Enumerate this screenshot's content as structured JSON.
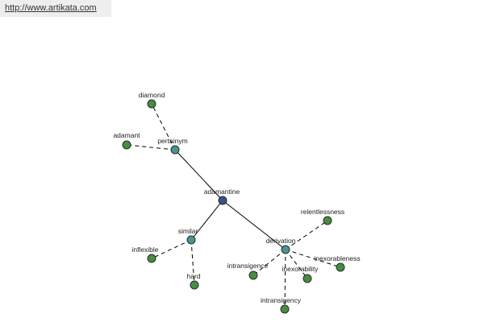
{
  "site": {
    "url": "http://www.artikata.com"
  },
  "colors": {
    "center_node": "#3f4f8c",
    "relation_node": "#4d9197",
    "word_node": "#4a8a45",
    "node_outline": "#1f3320",
    "edge": "#000000",
    "label": "#222222"
  },
  "graph": {
    "nodes": [
      {
        "id": "adamantine",
        "label": "adamantine",
        "kind": "center"
      },
      {
        "id": "pertainym",
        "label": "pertainym",
        "kind": "relation"
      },
      {
        "id": "similar",
        "label": "similar",
        "kind": "relation"
      },
      {
        "id": "derivation",
        "label": "derivation",
        "kind": "relation"
      },
      {
        "id": "diamond",
        "label": "diamond",
        "kind": "word"
      },
      {
        "id": "adamant",
        "label": "adamant",
        "kind": "word"
      },
      {
        "id": "inflexible",
        "label": "inflexible",
        "kind": "word"
      },
      {
        "id": "hard",
        "label": "hard",
        "kind": "word"
      },
      {
        "id": "relentlessness",
        "label": "relentlessness",
        "kind": "word"
      },
      {
        "id": "intransigence",
        "label": "intransigence",
        "kind": "word"
      },
      {
        "id": "inexorability",
        "label": "inexorability",
        "kind": "word"
      },
      {
        "id": "inexorableness",
        "label": "inexorableness",
        "kind": "word"
      },
      {
        "id": "intransigency",
        "label": "intransigency",
        "kind": "word"
      }
    ],
    "edges": [
      {
        "from": "adamantine",
        "to": "pertainym",
        "style": "solid"
      },
      {
        "from": "adamantine",
        "to": "similar",
        "style": "solid"
      },
      {
        "from": "adamantine",
        "to": "derivation",
        "style": "solid"
      },
      {
        "from": "pertainym",
        "to": "diamond",
        "style": "dashed"
      },
      {
        "from": "pertainym",
        "to": "adamant",
        "style": "dashed"
      },
      {
        "from": "similar",
        "to": "inflexible",
        "style": "dashed"
      },
      {
        "from": "similar",
        "to": "hard",
        "style": "dashed"
      },
      {
        "from": "derivation",
        "to": "relentlessness",
        "style": "dashed"
      },
      {
        "from": "derivation",
        "to": "intransigence",
        "style": "dashed"
      },
      {
        "from": "derivation",
        "to": "inexorability",
        "style": "dashed"
      },
      {
        "from": "derivation",
        "to": "inexorableness",
        "style": "dashed"
      },
      {
        "from": "derivation",
        "to": "intransigency",
        "style": "dashed"
      }
    ]
  }
}
